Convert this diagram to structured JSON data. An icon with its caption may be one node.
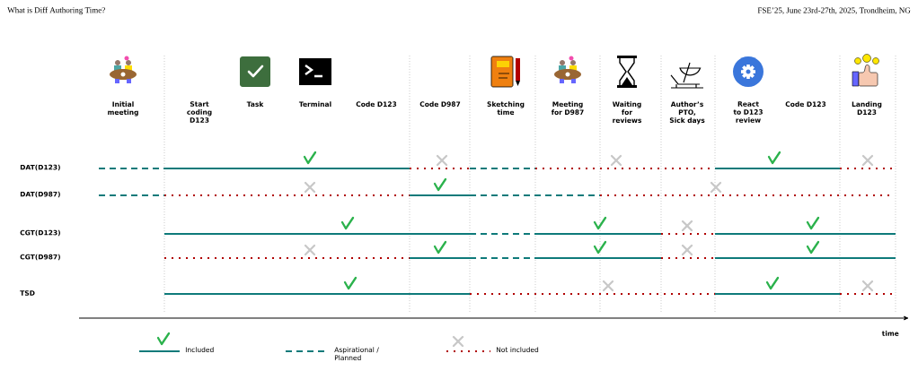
{
  "diagram": {
    "title": "What is Diff Authoring Time?",
    "labels": [
      "FSE’25, June 23rd-27th, 2025, Trondheim, NG",
      "Initial meeting",
      "Start coding D123",
      "Task",
      "Terminal",
      "Code D123",
      "Code D987",
      "Sketching time",
      "Meeting for D987",
      "Waiting for reviews",
      "Author’s PTO, Sick days",
      "React to D123 review",
      "Code D123",
      "Landing D123",
      "DAT(D123)",
      "DAT(D987)",
      "CGT(D123)",
      "CGT(D987)",
      "TSD",
      "time"
    ],
    "legend": [
      {
        "text": "Included"
      },
      {
        "text": "Aspirational / Planned"
      },
      {
        "text": "Not included"
      }
    ]
  }
}
